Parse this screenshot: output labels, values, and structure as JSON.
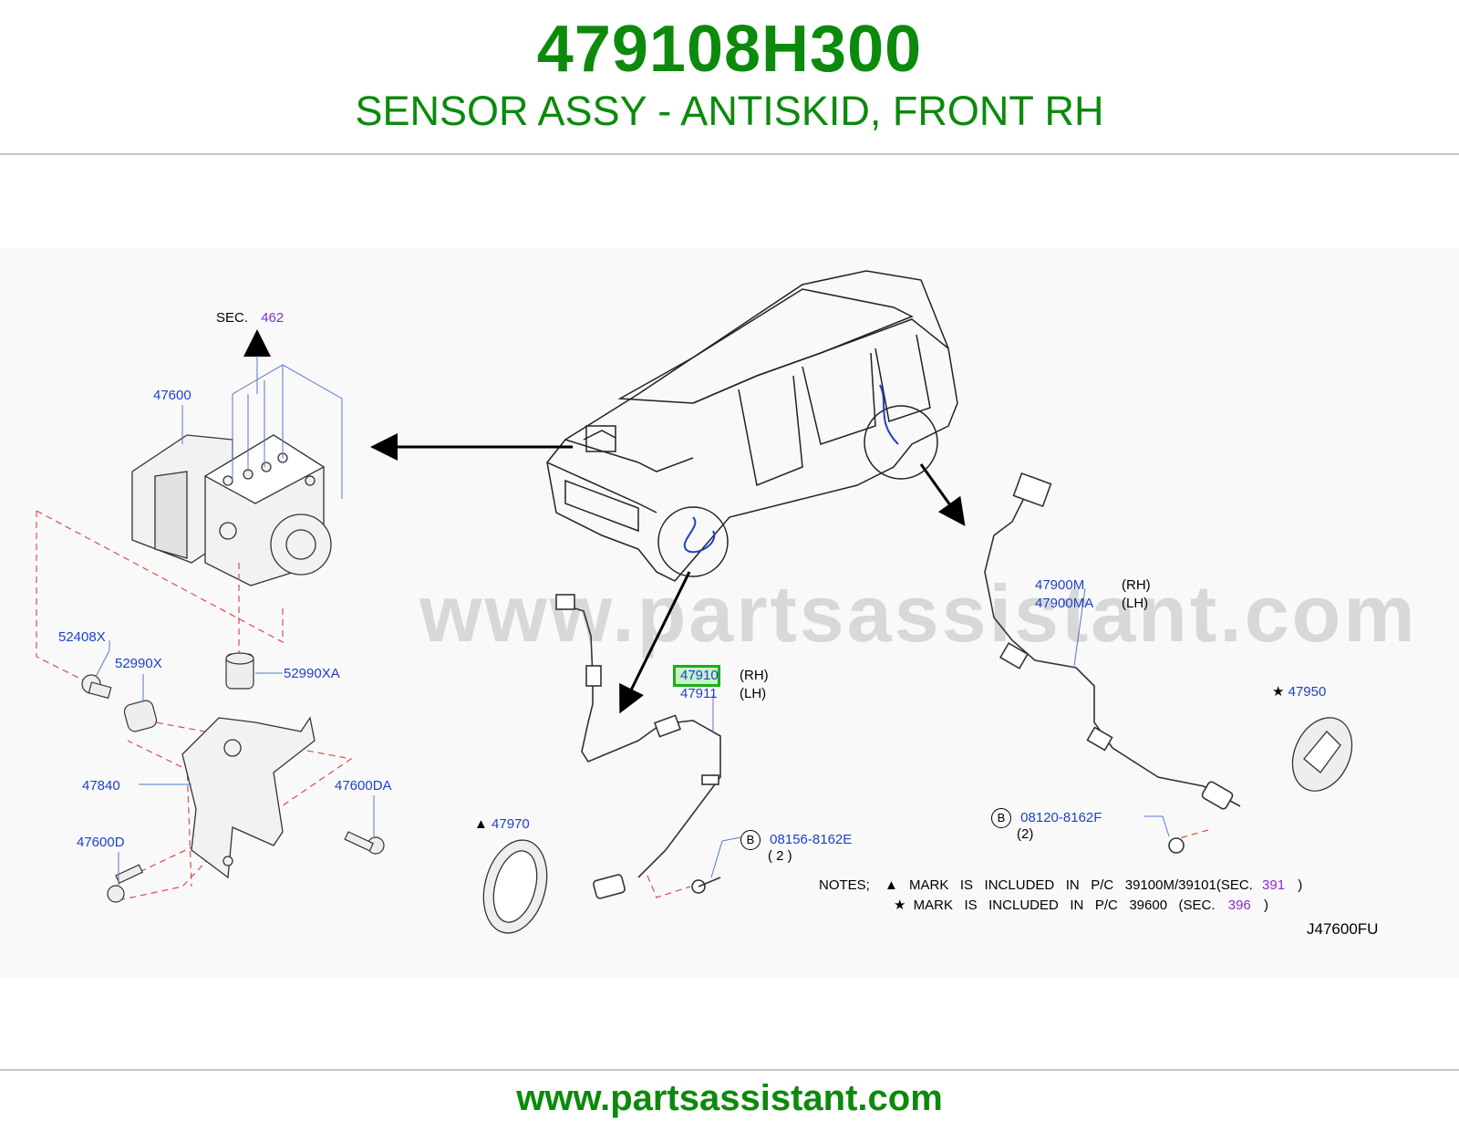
{
  "header": {
    "part_number": "479108H300",
    "description": "SENSOR ASSY - ANTISKID, FRONT RH"
  },
  "diagram": {
    "watermark": "www.partsassistant.com",
    "sec_prefix": "SEC.",
    "sec_ref": "462",
    "labels": {
      "p47600": "47600",
      "p52408X": "52408X",
      "p52990X": "52990X",
      "p52990XA": "52990XA",
      "p47840": "47840",
      "p47600DA": "47600DA",
      "p47600D": "47600D",
      "p47910": "47910",
      "p47911": "47911",
      "rh1": "(RH)",
      "lh1": "(LH)",
      "p47900M": "47900M",
      "p47900MA": "47900MA",
      "rh2": "(RH)",
      "lh2": "(LH)",
      "p47950": "47950",
      "p47970": "47970",
      "bolt1": "08156-8162E",
      "bolt1_qty": "( 2 )",
      "bolt2": "08120-8162F",
      "bolt2_qty": "(2)",
      "b_marker": "B",
      "triangle": "▲",
      "star": "★"
    },
    "notes": {
      "line1_prefix": "NOTES;",
      "line1_text": "MARK   IS   INCLUDED   IN   P/C   39100M/39101(SEC.",
      "line1_sec": "391",
      "line1_end": ")",
      "line2_text": "MARK   IS   INCLUDED   IN   P/C   39600   (SEC.",
      "line2_sec": "396",
      "line2_end": ")"
    },
    "figure_code": "J47600FU"
  },
  "footer": {
    "url": "www.partsassistant.com"
  },
  "colors": {
    "brand_green": "#0b8a0b",
    "label_blue": "#1f3fcf",
    "highlight": "#19b019",
    "sec_purple": "#8a2ad6"
  }
}
